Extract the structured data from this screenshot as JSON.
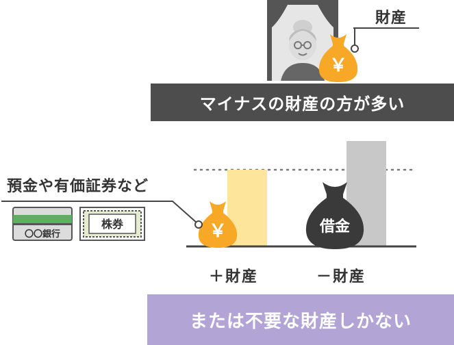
{
  "labels": {
    "asset": "財産",
    "top_banner": "マイナスの財産の方が多い",
    "left_assets": "預金や有価証券など",
    "plus_assets": "＋財産",
    "minus_assets": "－財産",
    "bottom_banner": "または不要な財産しかない"
  },
  "bags": {
    "yen_symbol": "￥",
    "debt_text": "借金"
  },
  "cards": {
    "bank_text": "〇〇銀行",
    "stock_text": "株券"
  },
  "colors": {
    "dark_banner": "#4d4d4d",
    "purple_banner": "#b2a4d4",
    "plus_bar": "#fde59b",
    "minus_bar": "#c8c8c8",
    "money_bag": "#f7a826",
    "debt_bag": "#3a3a3a"
  },
  "icons": [
    "portrait-frame-icon",
    "elderly-woman-icon",
    "money-bag-icon",
    "debt-bag-icon",
    "bankbook-icon",
    "stock-certificate-icon"
  ]
}
